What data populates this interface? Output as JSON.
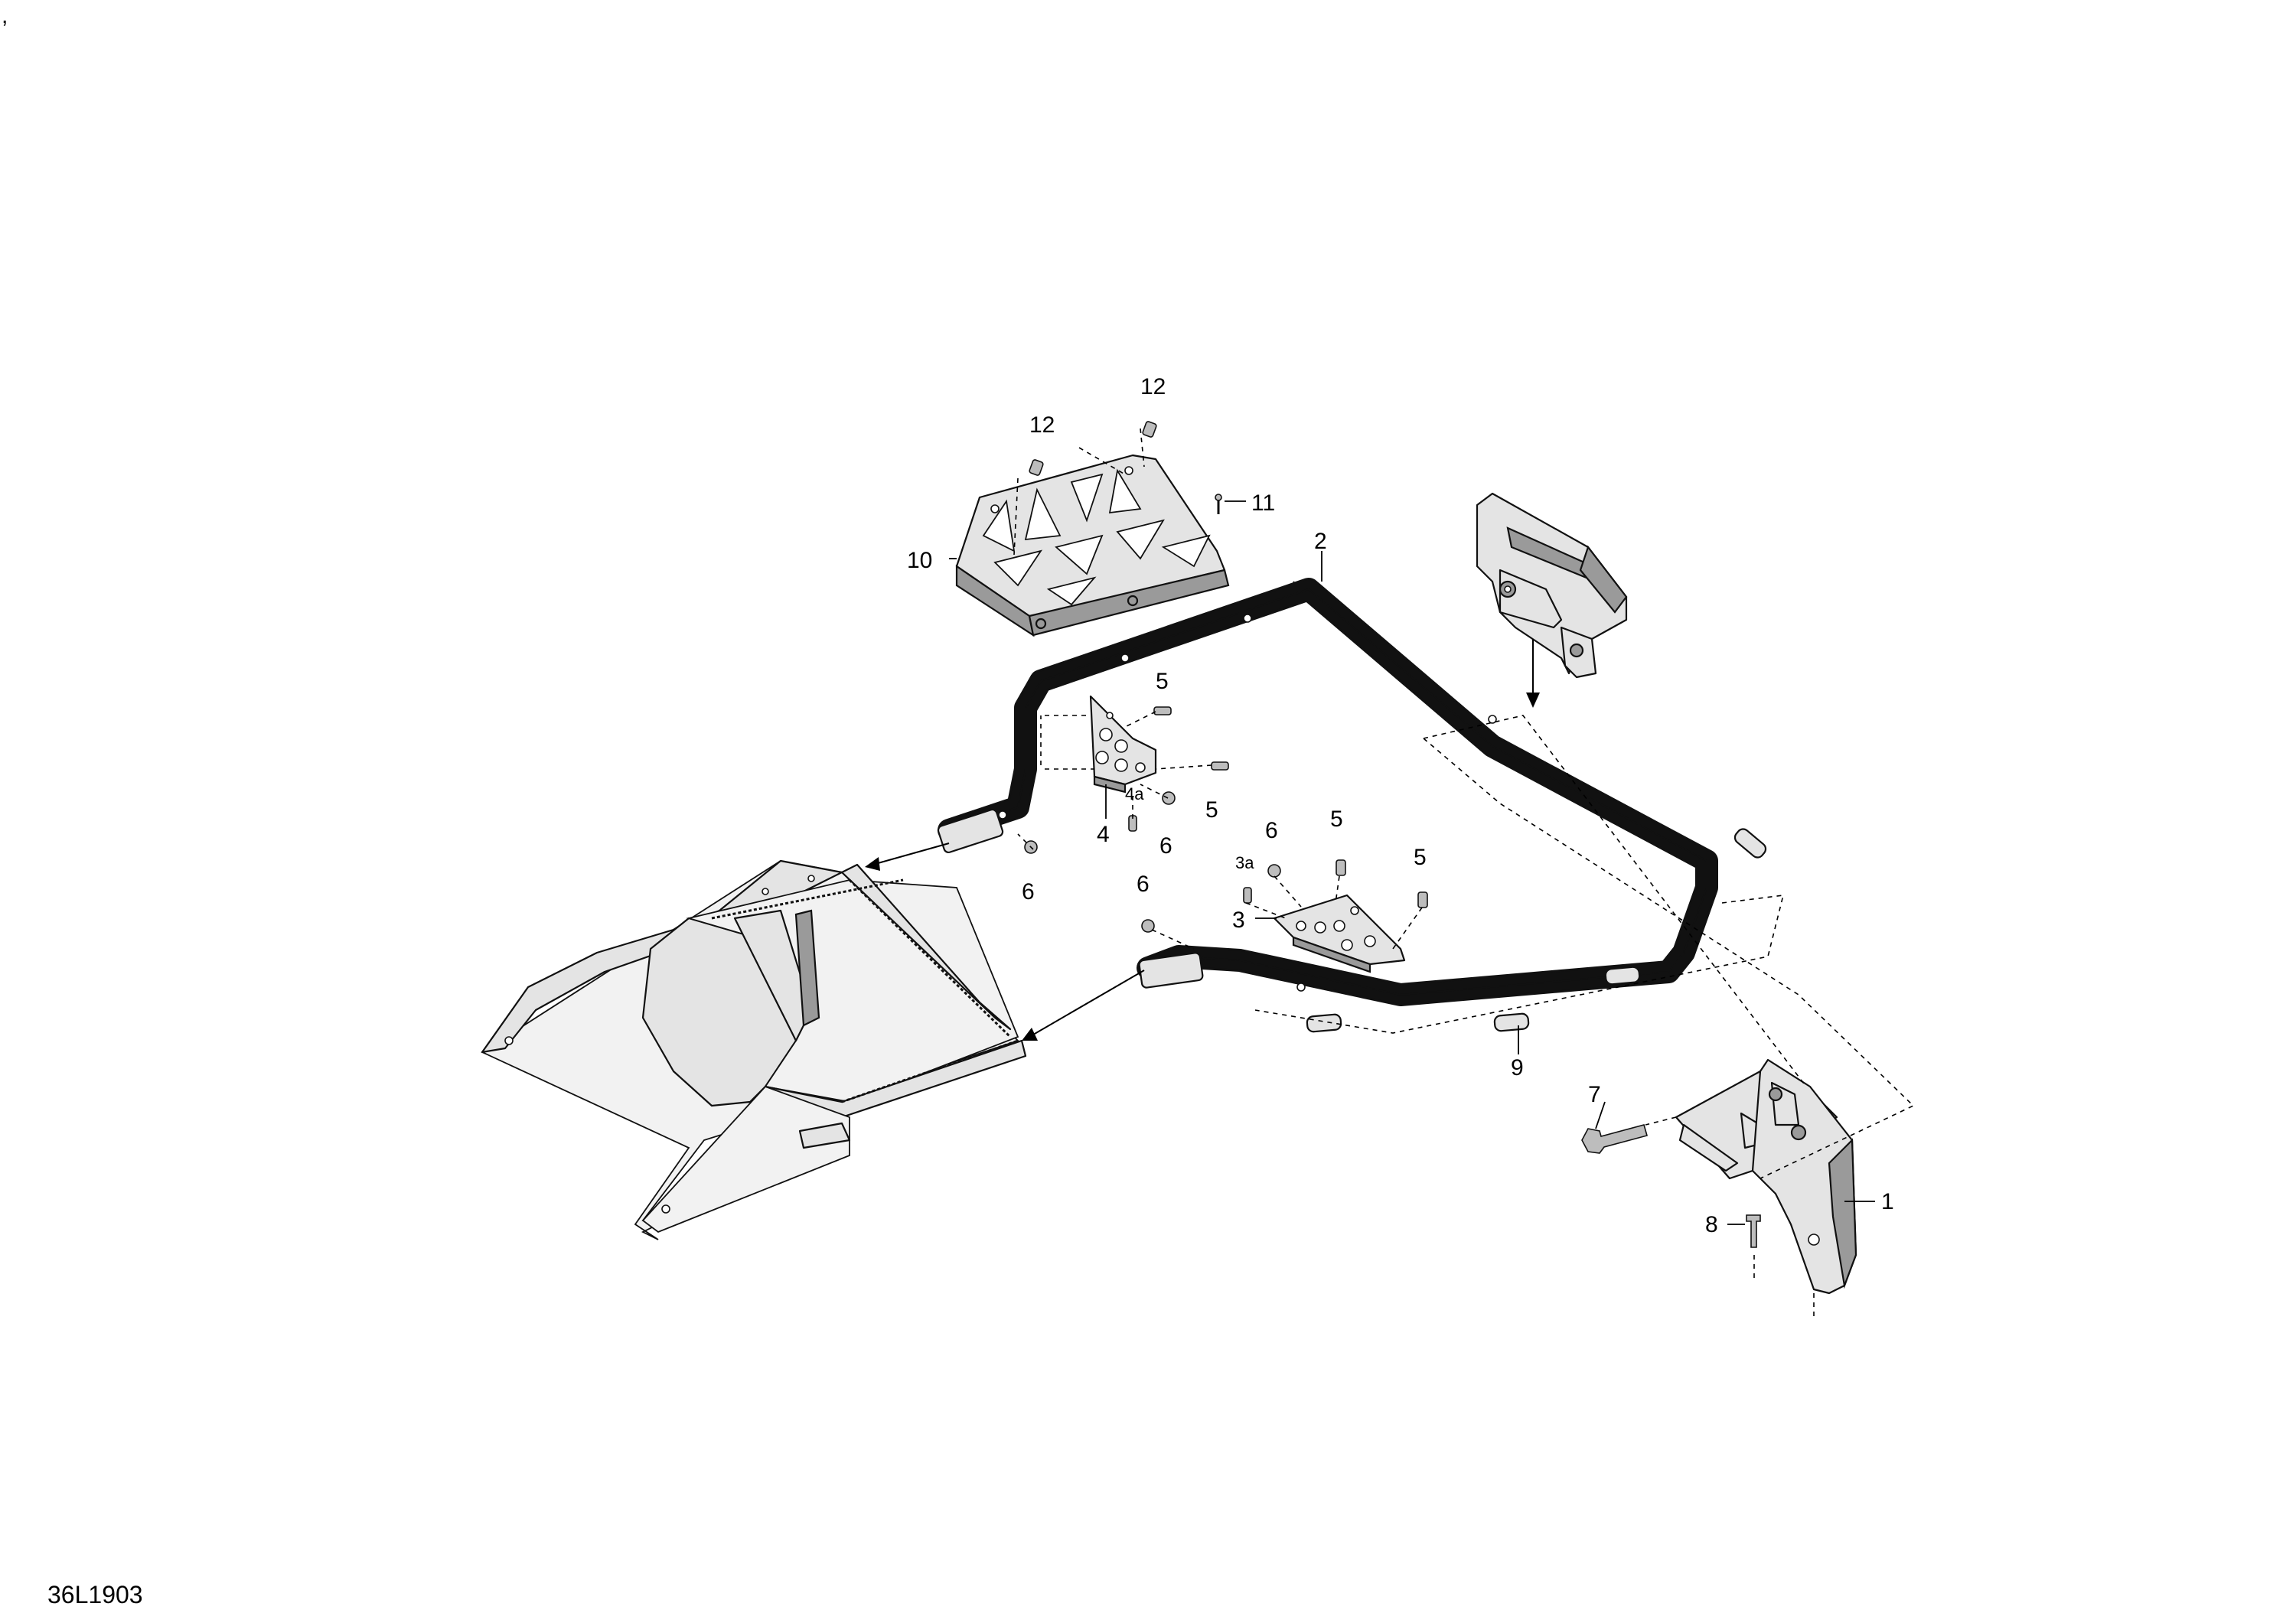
{
  "figure_id": "36L1903",
  "corner_mark": ",",
  "callouts": [
    {
      "key": "c1",
      "text": "1"
    },
    {
      "key": "c2",
      "text": "2"
    },
    {
      "key": "c3",
      "text": "3"
    },
    {
      "key": "c3a",
      "text": "3a"
    },
    {
      "key": "c4",
      "text": "4"
    },
    {
      "key": "c4a",
      "text": "4a"
    },
    {
      "key": "c5a",
      "text": "5"
    },
    {
      "key": "c5b",
      "text": "5"
    },
    {
      "key": "c5c",
      "text": "5"
    },
    {
      "key": "c5d",
      "text": "5"
    },
    {
      "key": "c6a",
      "text": "6"
    },
    {
      "key": "c6b",
      "text": "6"
    },
    {
      "key": "c6c",
      "text": "6"
    },
    {
      "key": "c6d",
      "text": "6"
    },
    {
      "key": "c7",
      "text": "7"
    },
    {
      "key": "c8",
      "text": "8"
    },
    {
      "key": "c9",
      "text": "9"
    },
    {
      "key": "c10",
      "text": "10"
    },
    {
      "key": "c11",
      "text": "11"
    },
    {
      "key": "c12a",
      "text": "12"
    },
    {
      "key": "c12b",
      "text": "12"
    }
  ]
}
